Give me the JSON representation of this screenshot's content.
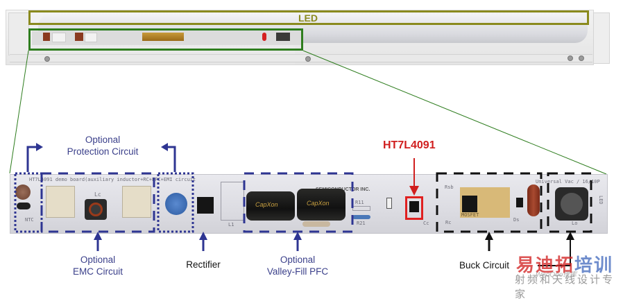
{
  "figure": {
    "top_photo": {
      "led_label": "LED",
      "led_box_color": "#8a8a1e",
      "driver_box_color": "#2e7d1e"
    },
    "pcb": {
      "silkscreen_title": "HT7L4091 demo board(auxiliary inductor+RC+PFC+EMI circuit",
      "silkscreen_right": "Universal Vac / 16/10P",
      "company_text": "SEMICONDUCTOR INC.",
      "refdes": [
        "NTC",
        "Lc",
        "L1",
        "R11",
        "R21",
        "Rsb",
        "Rc",
        "MOSFET",
        "Ds",
        "Lo",
        "Cc",
        "LED"
      ],
      "capacitor_brand": "CapXon"
    },
    "ic_callout": {
      "label": "HT7L4091",
      "color": "#d01e1e"
    },
    "annotations": {
      "protection": {
        "line1": "Optional",
        "line2": "Protection Circuit",
        "color": "#2e3592"
      },
      "emc": {
        "line1": "Optional",
        "line2": "EMC Circuit"
      },
      "rectifier": {
        "label": "Rectifier"
      },
      "valley_fill": {
        "line1": "Optional",
        "line2": "Valley-Fill PFC"
      },
      "buck": {
        "label": "Buck Circuit"
      }
    },
    "watermark": {
      "line1_red": "易迪拓",
      "line1_blue": "培训",
      "line2": "射频和天线设计专家",
      "overlay": "WeoQoo维库"
    }
  }
}
